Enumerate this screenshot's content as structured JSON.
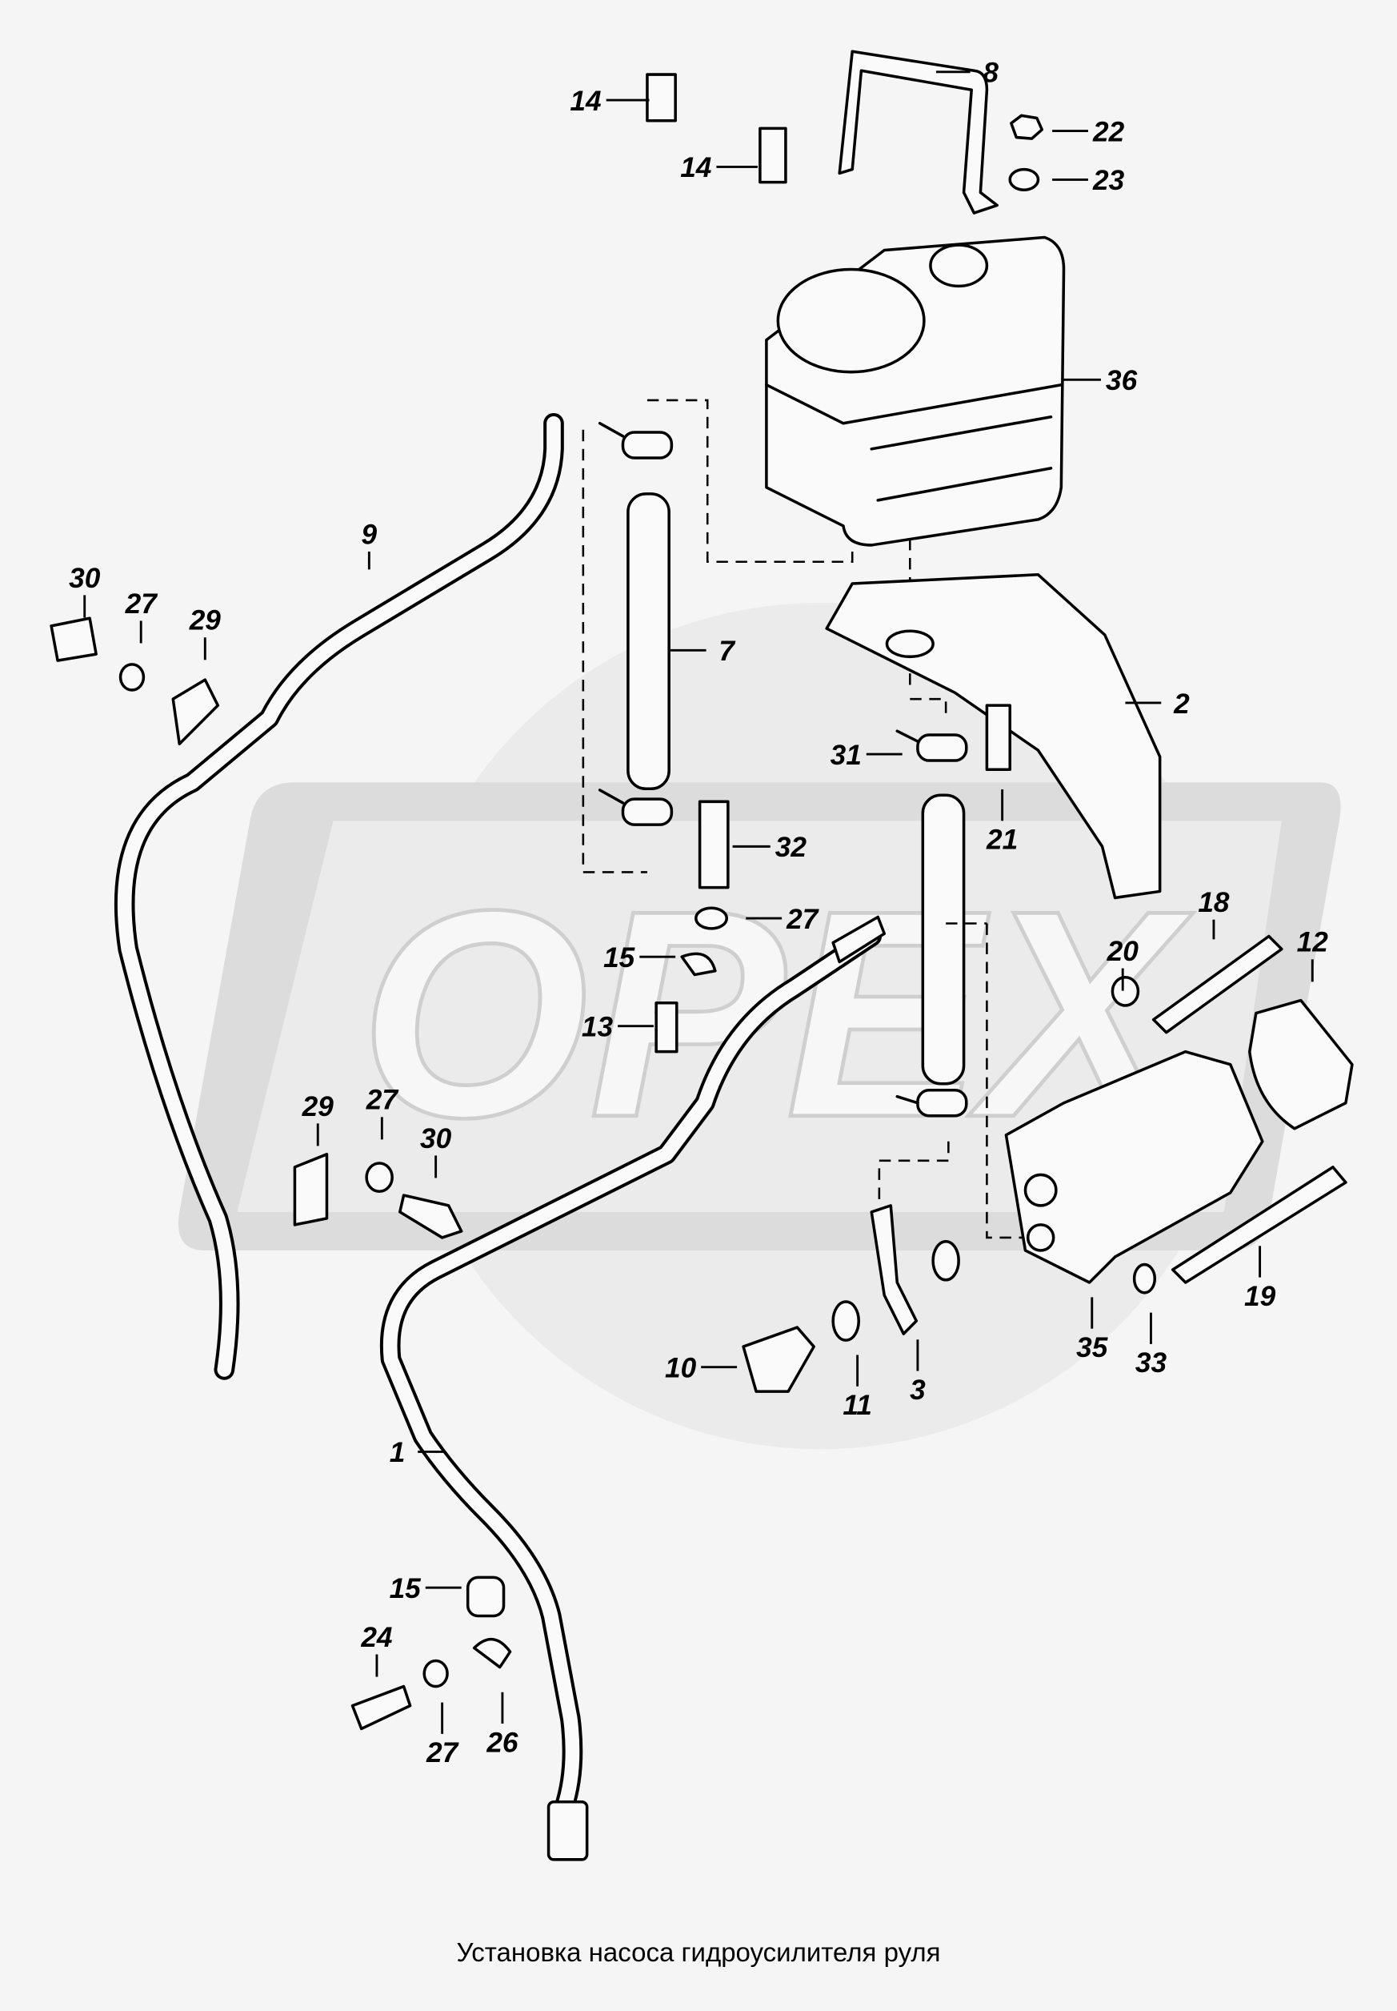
{
  "title": "Установка насоса гидроусилителя руля",
  "watermark": "OPEX",
  "callouts": [
    "14",
    "14",
    "8",
    "22",
    "23",
    "36",
    "9",
    "30",
    "27",
    "29",
    "7",
    "2",
    "31",
    "21",
    "32",
    "27",
    "15",
    "13",
    "20",
    "18",
    "12",
    "29",
    "27",
    "30",
    "10",
    "11",
    "3",
    "35",
    "33",
    "19",
    "1",
    "15",
    "24",
    "27",
    "26"
  ]
}
